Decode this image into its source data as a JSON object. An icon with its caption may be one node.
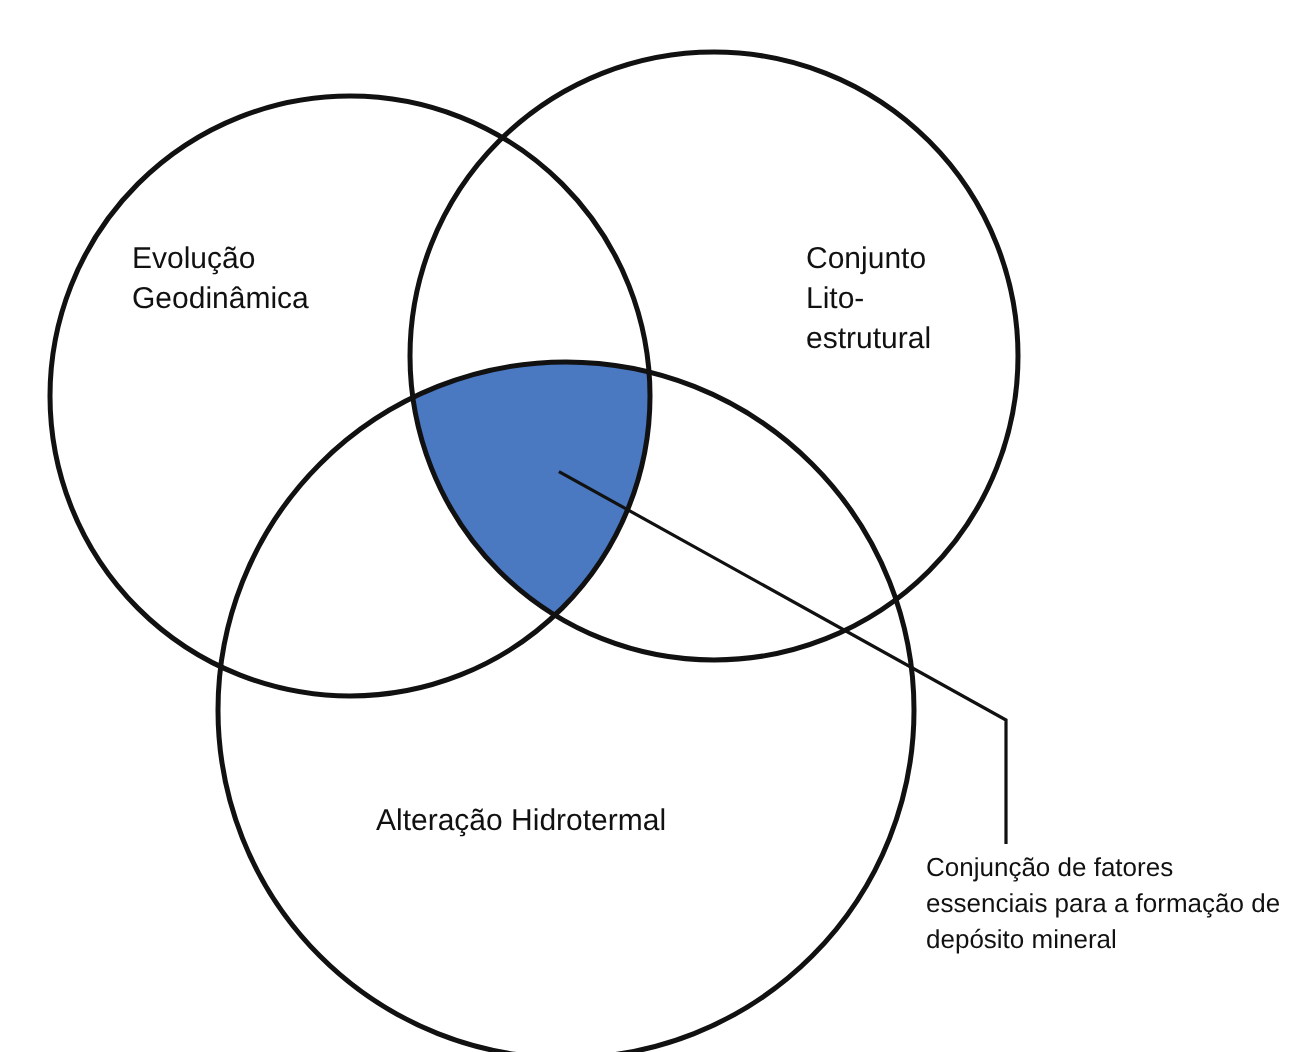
{
  "diagram": {
    "nodes": [
      {
        "text": [
          "Evolução Geodinâmica"
        ]
      },
      {
        "text": [
          "Conjunto Lito-estrutural"
        ]
      },
      {
        "text": [
          "Alteração Hidrotermal"
        ]
      },
      {
        "text": [],
        "shape": "region"
      },
      {
        "text": [
          "Conjunção de fatores essenciais para a formação de depósito mineral"
        ]
      }
    ],
    "edges": [
      {
        "from": 4,
        "to": 3,
        "arrow": "none"
      }
    ]
  }
}
